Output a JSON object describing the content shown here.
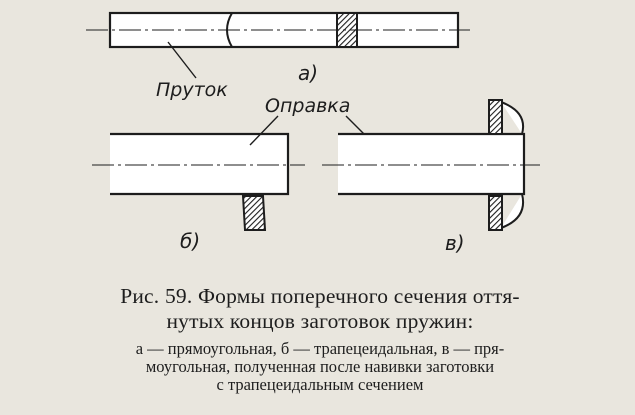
{
  "figure": {
    "labels": {
      "rod": "Пруток",
      "mandrel": "Оправка",
      "view_a": "а)",
      "view_b": "б)",
      "view_v": "в)"
    }
  },
  "caption": {
    "title_line1": "Рис. 59. Формы поперечного сечения оття-",
    "title_line2": "нутых концов заготовок пружин:",
    "legend_line1": "а — прямоугольная, б — трапецеидальная, в — пря-",
    "legend_line2": "моугольная, полученная после навивки заготовки",
    "legend_line3": "с трапецеидальным сечением"
  }
}
